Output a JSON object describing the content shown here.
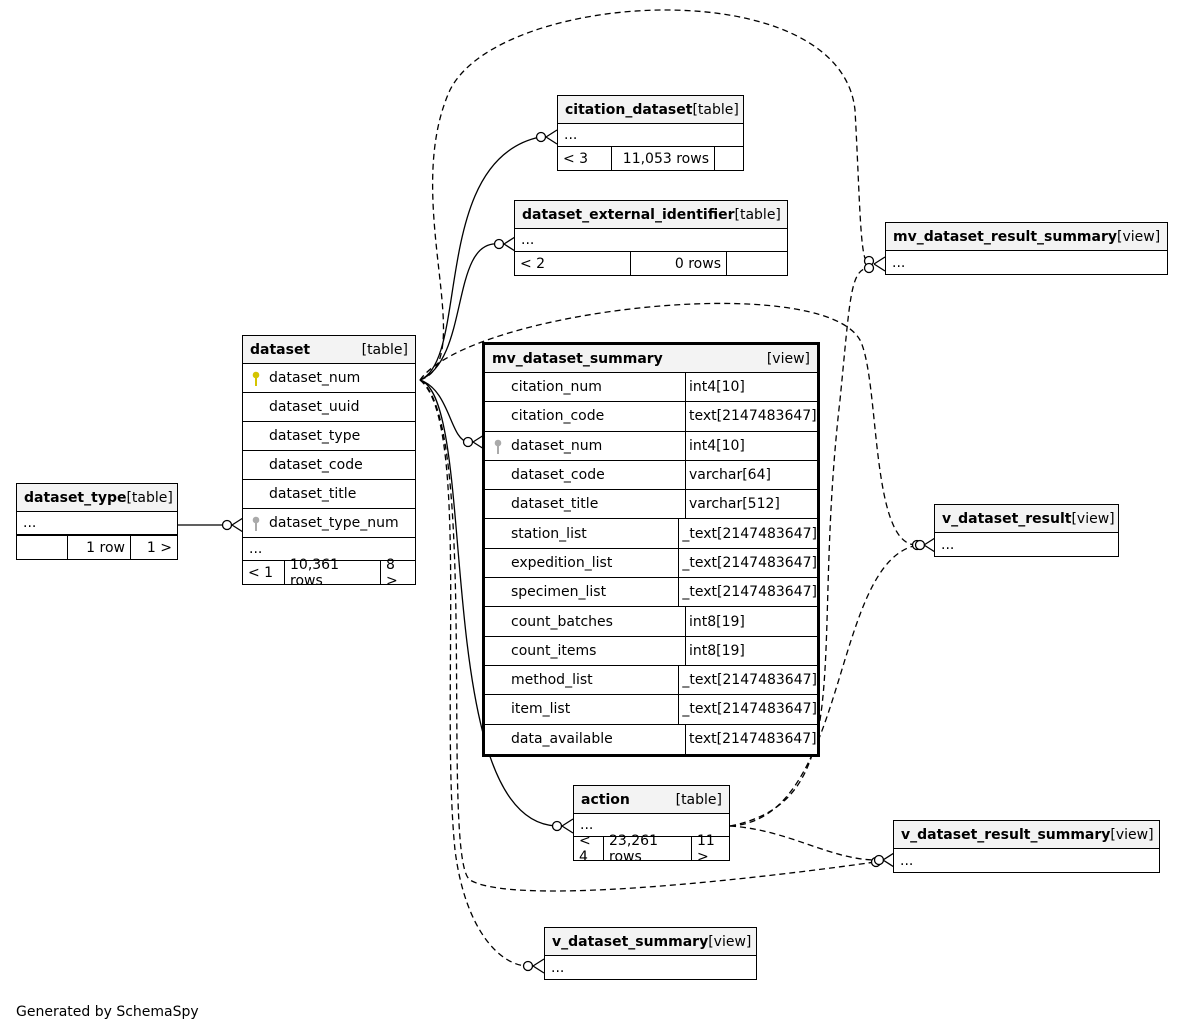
{
  "footer": "Generated by SchemaSpy",
  "tables": {
    "dataset_type": {
      "name": "dataset_type",
      "kind": "[table]",
      "ellipsis": "...",
      "parents": "",
      "rows": "1 row",
      "children": "1 >"
    },
    "dataset": {
      "name": "dataset",
      "kind": "[table]",
      "columns": [
        "dataset_num",
        "dataset_uuid",
        "dataset_type",
        "dataset_code",
        "dataset_title",
        "dataset_type_num"
      ],
      "ellipsis": "...",
      "parents": "< 1",
      "rows": "10,361 rows",
      "children": "8 >"
    },
    "citation_dataset": {
      "name": "citation_dataset",
      "kind": "[table]",
      "ellipsis": "...",
      "parents": "< 3",
      "rows": "11,053 rows",
      "children": ""
    },
    "dataset_external_identifier": {
      "name": "dataset_external_identifier",
      "kind": "[table]",
      "ellipsis": "...",
      "parents": "< 2",
      "rows": "0 rows",
      "children": ""
    },
    "mv_dataset_result_summary": {
      "name": "mv_dataset_result_summary",
      "kind": "[view]",
      "ellipsis": "..."
    },
    "mv_dataset_summary": {
      "name": "mv_dataset_summary",
      "kind": "[view]",
      "columns": [
        {
          "name": "citation_num",
          "type": "int4[10]"
        },
        {
          "name": "citation_code",
          "type": "text[2147483647]"
        },
        {
          "name": "dataset_num",
          "type": "int4[10]"
        },
        {
          "name": "dataset_code",
          "type": "varchar[64]"
        },
        {
          "name": "dataset_title",
          "type": "varchar[512]"
        },
        {
          "name": "station_list",
          "type": "_text[2147483647]"
        },
        {
          "name": "expedition_list",
          "type": "_text[2147483647]"
        },
        {
          "name": "specimen_list",
          "type": "_text[2147483647]"
        },
        {
          "name": "count_batches",
          "type": "int8[19]"
        },
        {
          "name": "count_items",
          "type": "int8[19]"
        },
        {
          "name": "method_list",
          "type": "_text[2147483647]"
        },
        {
          "name": "item_list",
          "type": "_text[2147483647]"
        },
        {
          "name": "data_available",
          "type": "text[2147483647]"
        }
      ]
    },
    "v_dataset_result": {
      "name": "v_dataset_result",
      "kind": "[view]",
      "ellipsis": "..."
    },
    "action": {
      "name": "action",
      "kind": "[table]",
      "ellipsis": "...",
      "parents": "< 4",
      "rows": "23,261 rows",
      "children": "11 >"
    },
    "v_dataset_result_summary": {
      "name": "v_dataset_result_summary",
      "kind": "[view]",
      "ellipsis": "..."
    },
    "v_dataset_summary": {
      "name": "v_dataset_summary",
      "kind": "[view]",
      "ellipsis": "..."
    }
  },
  "colors": {
    "primary_key_icon": "#d4c400",
    "foreign_key_icon": "#aaaaaa",
    "header_bg": "#f3f3f3"
  }
}
